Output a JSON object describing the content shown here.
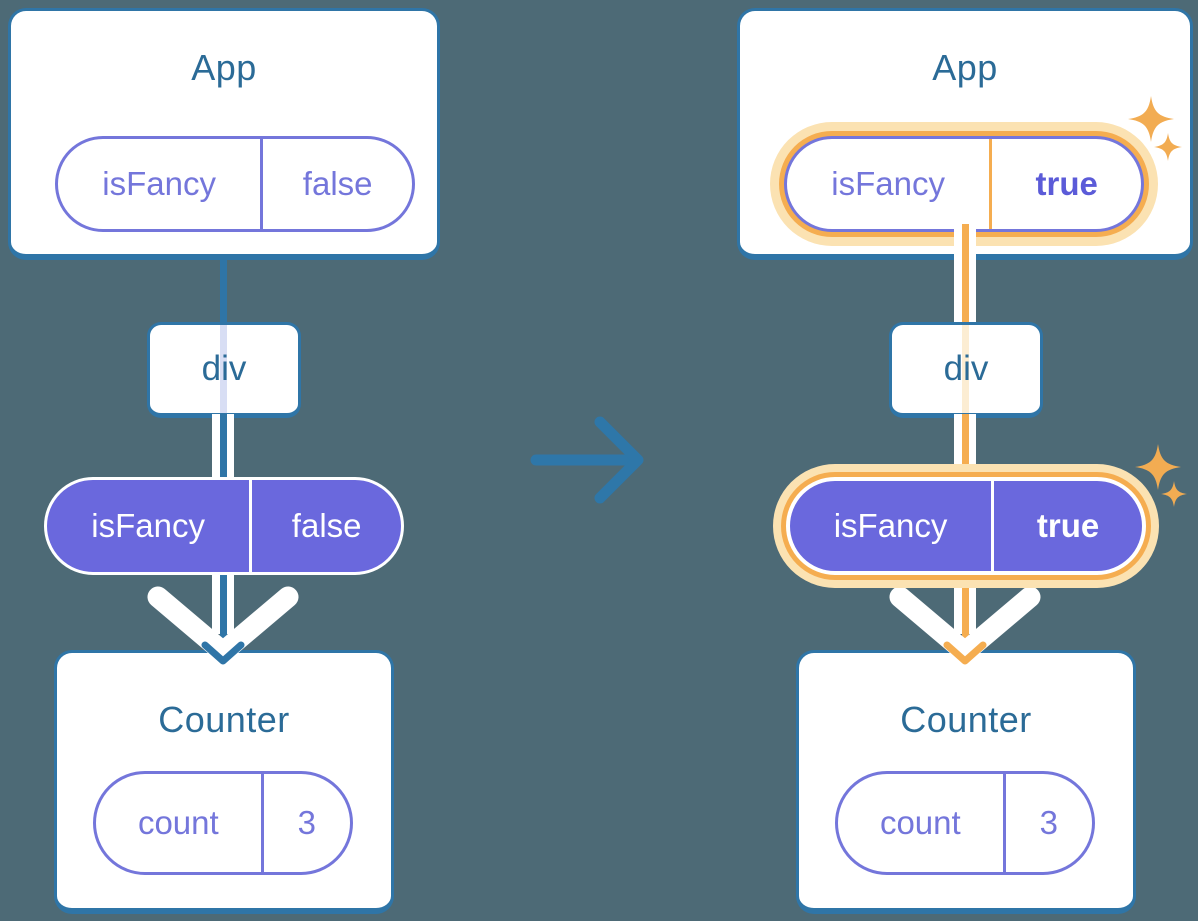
{
  "background": "#4D6A76",
  "colors": {
    "background": "#4D6A76",
    "card_border": "#2F75A7",
    "title_text": "#2B6B97",
    "purple_outline": "#7476DB",
    "purple_fill": "#6A68DD",
    "purple_bold": "#5B5BD8",
    "blue_line": "#2F75A7",
    "orange": "#F5AD50",
    "orange_light": "#FBE2B2",
    "stripe_lavender": "#D8DEF4",
    "stripe_cream": "#FCEDD3",
    "middle_arrow": "#2E77A9",
    "sparkle": "#F2AC52"
  },
  "icons": {
    "transition": "arrow-right-icon",
    "data_flow": "arrow-down-chevron-icon",
    "highlight": "sparkle-icon"
  },
  "before": {
    "app": {
      "title": "App",
      "state_key": "isFancy",
      "state_value": "false"
    },
    "div_label": "div",
    "prop_key": "isFancy",
    "prop_value": "false",
    "counter": {
      "title": "Counter",
      "state_key": "count",
      "state_value": "3"
    }
  },
  "after": {
    "app": {
      "title": "App",
      "state_key": "isFancy",
      "state_value": "true"
    },
    "div_label": "div",
    "prop_key": "isFancy",
    "prop_value": "true",
    "counter": {
      "title": "Counter",
      "state_key": "count",
      "state_value": "3"
    }
  }
}
